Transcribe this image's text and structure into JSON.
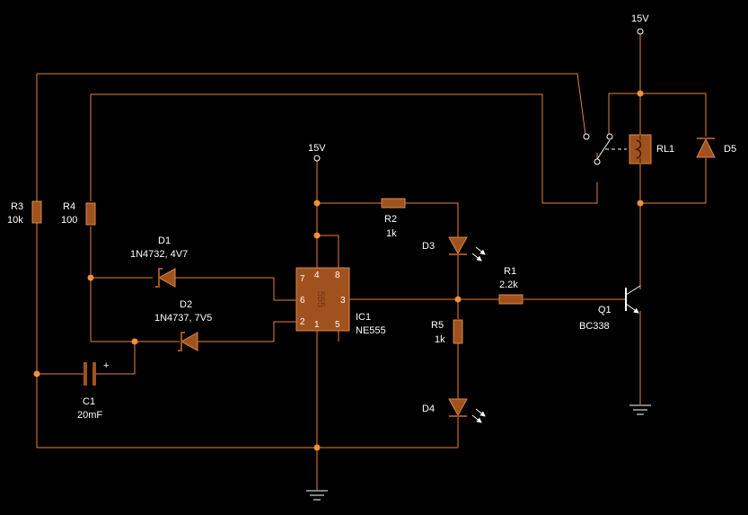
{
  "supplies": {
    "top": "15V",
    "ic": "15V"
  },
  "components": {
    "r1": {
      "ref": "R1",
      "value": "2.2k"
    },
    "r2": {
      "ref": "R2",
      "value": "1k"
    },
    "r3": {
      "ref": "R3",
      "value": "10k"
    },
    "r4": {
      "ref": "R4",
      "value": "100"
    },
    "r5": {
      "ref": "R5",
      "value": "1k"
    },
    "d1": {
      "ref": "D1",
      "value": "1N4732, 4V7"
    },
    "d2": {
      "ref": "D2",
      "value": "1N4737, 7V5"
    },
    "d3": {
      "ref": "D3"
    },
    "d4": {
      "ref": "D4"
    },
    "d5": {
      "ref": "D5"
    },
    "c1": {
      "ref": "C1",
      "value": "20mF",
      "polarity": "+"
    },
    "ic1": {
      "ref": "IC1",
      "value": "NE555",
      "body_text": "555",
      "pins": {
        "p1": "1",
        "p2": "2",
        "p3": "3",
        "p4": "4",
        "p5": "5",
        "p6": "6",
        "p7": "7",
        "p8": "8"
      }
    },
    "q1": {
      "ref": "Q1",
      "value": "BC338"
    },
    "rl1": {
      "ref": "RL1"
    }
  },
  "colors": {
    "wire": "#e8823a",
    "component": "#a0521e",
    "background": "#000000",
    "text": "#ffffff"
  }
}
